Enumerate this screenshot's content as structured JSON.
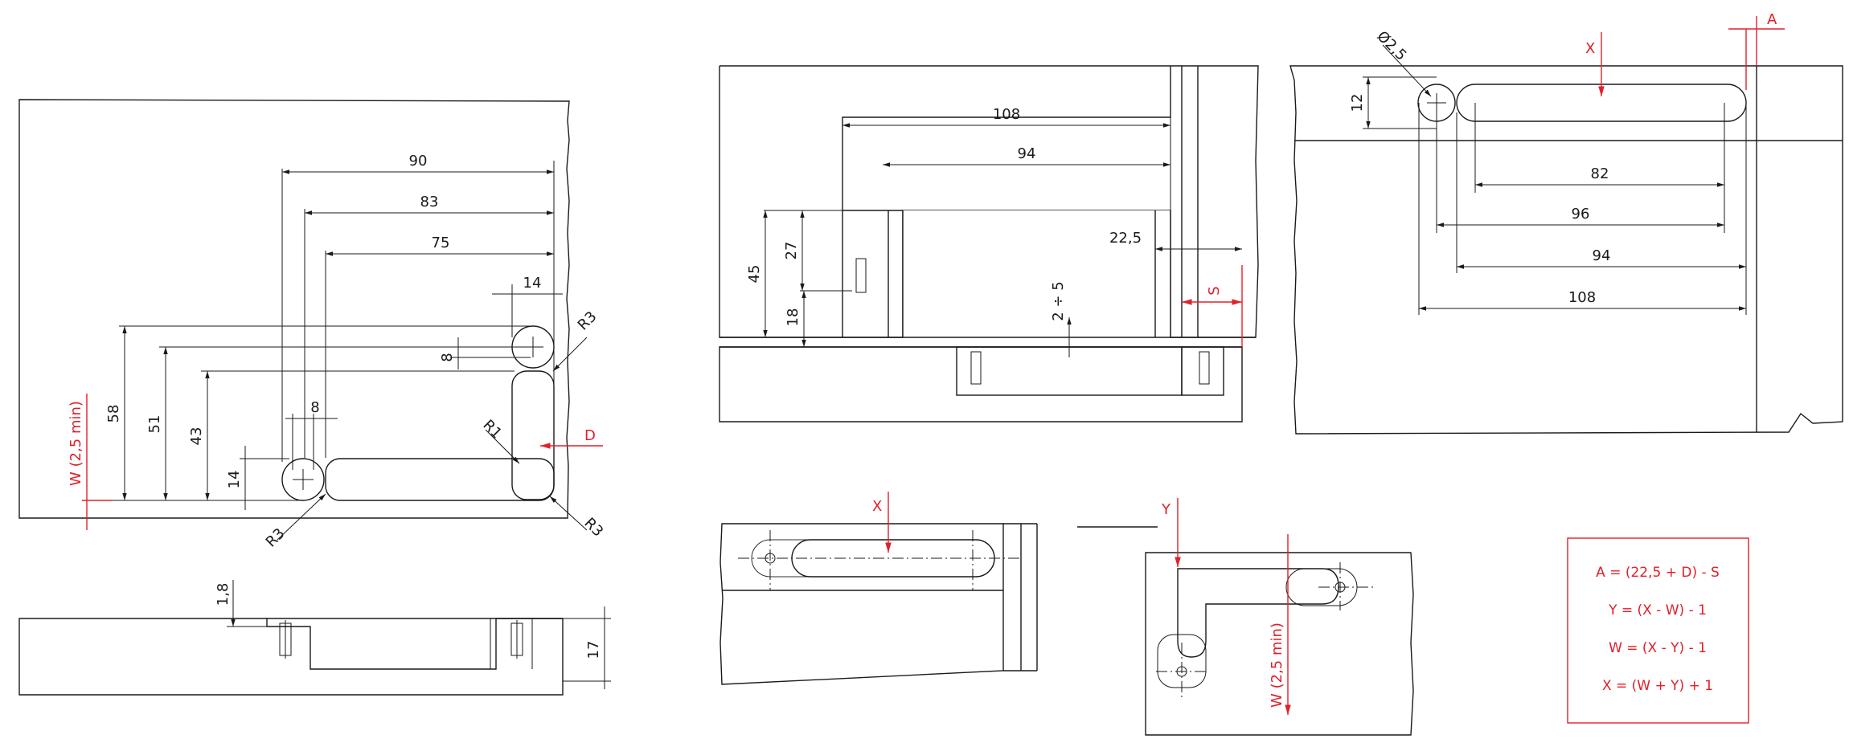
{
  "colors": {
    "line": "#1a1a1a",
    "accent": "#e0202a",
    "background": "#ffffff"
  },
  "top_view_left": {
    "dims": {
      "d90": "90",
      "d83": "83",
      "d75": "75",
      "d14_top": "14",
      "r3_top": "R3",
      "d58": "58",
      "d51": "51",
      "d43": "43",
      "d8_vert": "8",
      "d8_horiz": "8",
      "r1": "R1",
      "d14_left": "14",
      "r3_bottom_left": "R3",
      "r3_bottom_right": "R3"
    },
    "red": {
      "d": "D",
      "w": "W (2,5 min)"
    }
  },
  "section_left": {
    "dims": {
      "d1_8": "1,8",
      "d17": "17"
    }
  },
  "section_middle": {
    "dims": {
      "d108": "108",
      "d94": "94",
      "d22_5": "22,5",
      "d45": "45",
      "d27": "27",
      "d18": "18",
      "d2_5": "2 ÷ 5"
    },
    "red": {
      "s": "S"
    }
  },
  "top_view_right": {
    "dims": {
      "d2_5": "Ø2,5",
      "d12": "12",
      "d82": "82",
      "d96": "96",
      "d94": "94",
      "d108": "108"
    },
    "red": {
      "x": "X",
      "a": "A"
    }
  },
  "bottom_middle": {
    "red": {
      "x": "X"
    }
  },
  "bottom_right": {
    "red": {
      "y": "Y",
      "w": "W (2,5 min)"
    }
  },
  "formulas": [
    "A = (22,5 + D) - S",
    "Y = (X - W) - 1",
    "W = (X - Y) - 1",
    "X = (W + Y) + 1"
  ]
}
